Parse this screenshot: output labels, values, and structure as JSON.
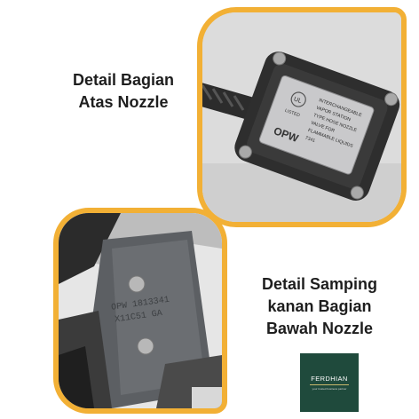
{
  "captions": {
    "top": [
      "Detail Bagian",
      "Atas Nozzle"
    ],
    "bottom": [
      "Detail Samping",
      "kanan Bagian",
      "Bawah Nozzle"
    ]
  },
  "top_photo": {
    "plate_lines": [
      "INTERCHANGEABLE",
      "VAPOR STATION",
      "TYPE HOSE NOZZLE",
      "VALVE FOR",
      "FLAMMABLE LIQUIDS",
      "7341"
    ],
    "brand": "OPW",
    "listed": "LISTED",
    "ul": "UL"
  },
  "bottom_photo": {
    "engraving": [
      "OPW 1813341",
      "X11C51 GA"
    ]
  },
  "logo": {
    "name": "FERDHIAN",
    "subtitle": "your trusted business partner"
  },
  "colors": {
    "frame_border": "#f2b035",
    "logo_bg": "#1f4a3c"
  }
}
